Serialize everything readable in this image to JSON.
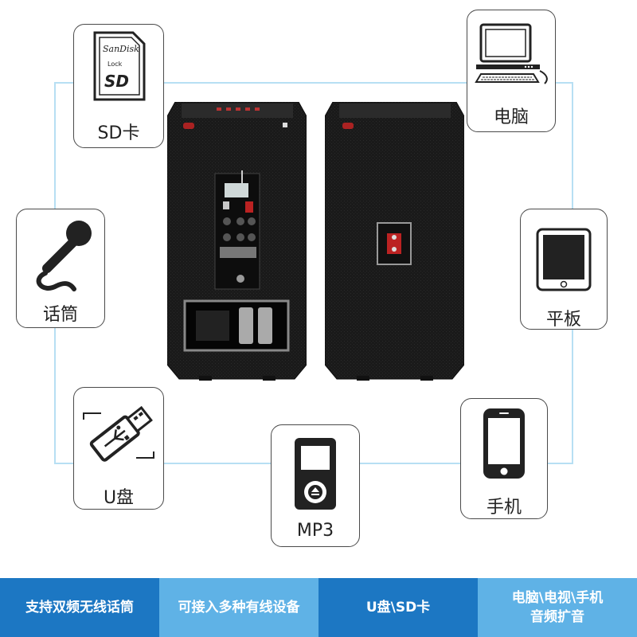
{
  "devices": {
    "sd_card": {
      "label": "SD卡",
      "icon": "sd-card-icon",
      "brand_text": "SanDisk",
      "lock_text": "Lock",
      "logo_text": "SD"
    },
    "computer": {
      "label": "电脑",
      "icon": "computer-icon"
    },
    "microphone": {
      "label": "话筒",
      "icon": "microphone-icon"
    },
    "tablet": {
      "label": "平板",
      "icon": "tablet-icon"
    },
    "usb_drive": {
      "label": "U盘",
      "icon": "usb-icon"
    },
    "mp3": {
      "label": "MP3",
      "icon": "mp3-player-icon"
    },
    "phone": {
      "label": "手机",
      "icon": "smartphone-icon"
    }
  },
  "speakers": {
    "left": "speaker-rear-with-wireless-mics",
    "right": "speaker-rear-with-terminal"
  },
  "feature_bar": [
    {
      "text": "支持双频无线话筒",
      "color": "#1c77c3"
    },
    {
      "text": "可接入多种有线设备",
      "color": "#5fb2e6"
    },
    {
      "text": "U盘\\SD卡",
      "color": "#1c77c3"
    },
    {
      "text_line1": "电脑\\电视\\手机",
      "text_line2": "音频扩音",
      "color": "#5fb2e6"
    }
  ],
  "colors": {
    "frame": "#b7dff3",
    "dark_blue": "#1c77c3",
    "light_blue": "#5fb2e6"
  }
}
